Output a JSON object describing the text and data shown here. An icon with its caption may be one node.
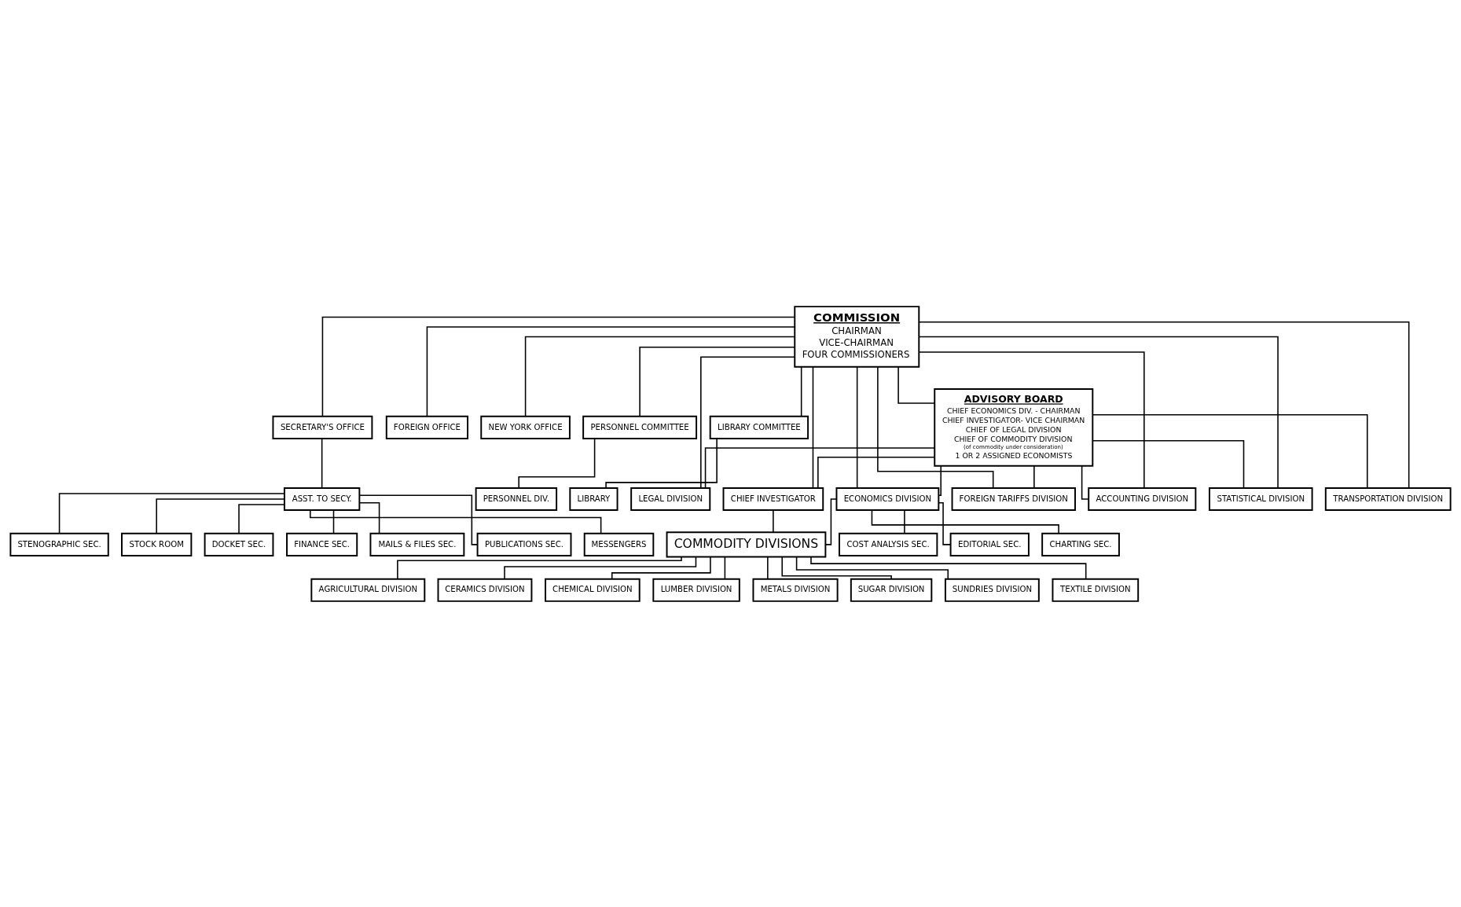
{
  "diagram": {
    "nodes": [
      {
        "text": [
          "COMMISSION",
          "CHAIRMAN",
          "VICE-CHAIRMAN",
          "FOUR COMMISSIONERS"
        ]
      },
      {
        "text": [
          "SECRETARY'S OFFICE"
        ]
      },
      {
        "text": [
          "FOREIGN OFFICE"
        ]
      },
      {
        "text": [
          "NEW YORK OFFICE"
        ]
      },
      {
        "text": [
          "PERSONNEL COMMITTEE"
        ]
      },
      {
        "text": [
          "LIBRARY COMMITTEE"
        ]
      },
      {
        "text": [
          "ASST. TO SECY."
        ]
      },
      {
        "text": [
          "PERSONNEL DIV."
        ]
      },
      {
        "text": [
          "LIBRARY"
        ]
      },
      {
        "text": [
          "ADVISORY BOARD",
          "CHIEF ECONOMICS DIV. - CHAIRMAN",
          "CHIEF INVESTIGATOR- VICE CHAIRMAN",
          "CHIEF OF LEGAL DIVISION",
          "CHIEF OF COMMODITY DIVISION",
          "(of commodity under consideration)",
          "1 OR 2 ASSIGNED ECONOMISTS"
        ]
      },
      {
        "text": [
          "DOCKET SEC."
        ]
      },
      {
        "text": [
          "FINANCE SEC."
        ]
      },
      {
        "text": [
          "MAILS & FILES SEC."
        ]
      },
      {
        "text": [
          "PUBLICATIONS SEC."
        ]
      },
      {
        "text": [
          "MESSENGERS"
        ]
      },
      {
        "text": [
          "STENOGRAPHIC SEC."
        ]
      },
      {
        "text": [
          "STOCK ROOM"
        ]
      },
      {
        "text": [
          "LEGAL DIVISION"
        ]
      },
      {
        "text": [
          "CHIEF INVESTIGATOR"
        ]
      },
      {
        "text": [
          "ECONOMICS DIVISION"
        ]
      },
      {
        "text": [
          "FOREIGN TARIFFS DIVISION"
        ]
      },
      {
        "text": [
          "ACCOUNTING DIVISION"
        ]
      },
      {
        "text": [
          "STATISTICAL DIVISION"
        ]
      },
      {
        "text": [
          "COST ANALYSIS SEC."
        ]
      },
      {
        "text": [
          "EDITORIAL SEC."
        ]
      },
      {
        "text": [
          "TRANSPORTATION DIVISION"
        ]
      },
      {
        "text": [
          "CHARTING SEC."
        ]
      },
      {
        "text": [
          "COMMODITY DIVISIONS"
        ]
      },
      {
        "text": [
          "AGRICULTURAL DIVISION"
        ]
      },
      {
        "text": [
          "CERAMICS DIVISION"
        ]
      },
      {
        "text": [
          "CHEMICAL DIVISION"
        ]
      },
      {
        "text": [
          "LUMBER DIVISION"
        ]
      },
      {
        "text": [
          "METALS DIVISION"
        ]
      },
      {
        "text": [
          "SUGAR DIVISION"
        ]
      },
      {
        "text": [
          "SUNDRIES DIVISION"
        ]
      },
      {
        "text": [
          "TEXTILE DIVISION"
        ]
      }
    ],
    "edges": [
      {
        "from": 0,
        "to": 1,
        "arrow": "none"
      },
      {
        "from": 0,
        "to": 2,
        "arrow": "none"
      },
      {
        "from": 0,
        "to": 3,
        "arrow": "none"
      },
      {
        "from": 0,
        "to": 4,
        "arrow": "none"
      },
      {
        "from": 0,
        "to": 5,
        "arrow": "none"
      },
      {
        "from": 0,
        "to": 9,
        "arrow": "none"
      },
      {
        "from": 1,
        "to": 6,
        "arrow": "none"
      },
      {
        "from": 4,
        "to": 7,
        "arrow": "none"
      },
      {
        "from": 5,
        "to": 8,
        "arrow": "none"
      },
      {
        "from": 6,
        "to": 10,
        "arrow": "none"
      },
      {
        "from": 6,
        "to": 11,
        "arrow": "none"
      },
      {
        "from": 6,
        "to": 12,
        "arrow": "none"
      },
      {
        "from": 6,
        "to": 13,
        "arrow": "none"
      },
      {
        "from": 6,
        "to": 14,
        "arrow": "none"
      },
      {
        "from": 6,
        "to": 15,
        "arrow": "none"
      },
      {
        "from": 6,
        "to": 16,
        "arrow": "none"
      },
      {
        "from": 0,
        "to": 17,
        "arrow": "none"
      },
      {
        "from": 0,
        "to": 18,
        "arrow": "none"
      },
      {
        "from": 0,
        "to": 19,
        "arrow": "none"
      },
      {
        "from": 0,
        "to": 20,
        "arrow": "none"
      },
      {
        "from": 0,
        "to": 21,
        "arrow": "none"
      },
      {
        "from": 0,
        "to": 22,
        "arrow": "none"
      },
      {
        "from": 0,
        "to": 25,
        "arrow": "none"
      },
      {
        "from": 9,
        "to": 17,
        "arrow": "none"
      },
      {
        "from": 9,
        "to": 18,
        "arrow": "none"
      },
      {
        "from": 9,
        "to": 19,
        "arrow": "none"
      },
      {
        "from": 9,
        "to": 20,
        "arrow": "none"
      },
      {
        "from": 9,
        "to": 21,
        "arrow": "none"
      },
      {
        "from": 9,
        "to": 22,
        "arrow": "none"
      },
      {
        "from": 9,
        "to": 25,
        "arrow": "none"
      },
      {
        "from": 19,
        "to": 23,
        "arrow": "none"
      },
      {
        "from": 19,
        "to": 24,
        "arrow": "none"
      },
      {
        "from": 19,
        "to": 26,
        "arrow": "none"
      },
      {
        "from": 18,
        "to": 27,
        "arrow": "none"
      },
      {
        "from": 19,
        "to": 27,
        "arrow": "none"
      },
      {
        "from": 27,
        "to": 28,
        "arrow": "none"
      },
      {
        "from": 27,
        "to": 29,
        "arrow": "none"
      },
      {
        "from": 27,
        "to": 30,
        "arrow": "none"
      },
      {
        "from": 27,
        "to": 31,
        "arrow": "none"
      },
      {
        "from": 27,
        "to": 32,
        "arrow": "none"
      },
      {
        "from": 27,
        "to": 33,
        "arrow": "none"
      },
      {
        "from": 27,
        "to": 34,
        "arrow": "none"
      },
      {
        "from": 27,
        "to": 35,
        "arrow": "none"
      }
    ]
  }
}
